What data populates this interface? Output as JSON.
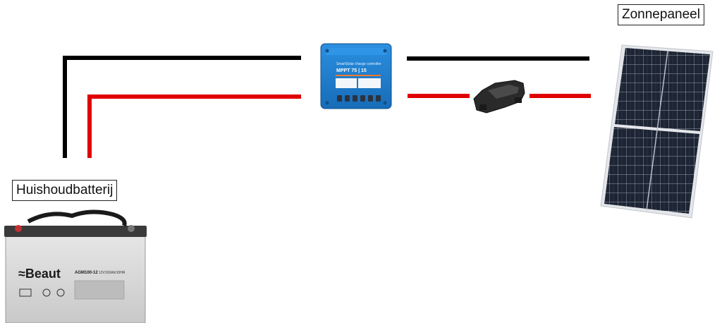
{
  "labels": {
    "battery": "Huishoudbatterij",
    "panel": "Zonnepaneel"
  },
  "controller": {
    "brand_text": "SmartSolar charge controller",
    "model_text": "MPPT 75 | 15"
  },
  "battery": {
    "brand_text": "≈Beaut",
    "model_text": "AGM100-12",
    "spec_text": "12V100Ah/10HR"
  },
  "colors": {
    "positive_wire": "#e00000",
    "negative_wire": "#000000",
    "controller_body": "#1e7fd0",
    "battery_body": "#d4d4d4",
    "panel_cell": "#1c2230"
  },
  "icons": {
    "fuse": "inline-fuse-holder-icon",
    "controller": "charge-controller-icon",
    "battery": "battery-icon",
    "panel": "solar-panel-icon"
  }
}
